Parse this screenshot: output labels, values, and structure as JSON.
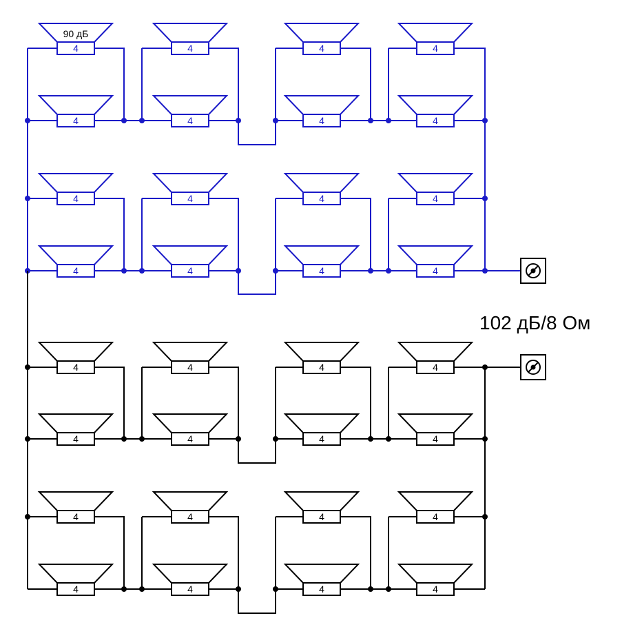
{
  "diagram": {
    "speaker_impedance": "4",
    "speaker_sensitivity_label": "90 дБ",
    "result_label": "102 дБ/8 Ом",
    "groups": [
      "top",
      "bottom"
    ],
    "colors": {
      "top": "#1a1ac8",
      "bottom": "#000000",
      "background": "#ffffff"
    },
    "icons": [
      "speaker-icon",
      "output-terminal-icon",
      "junction-dot-icon"
    ]
  }
}
